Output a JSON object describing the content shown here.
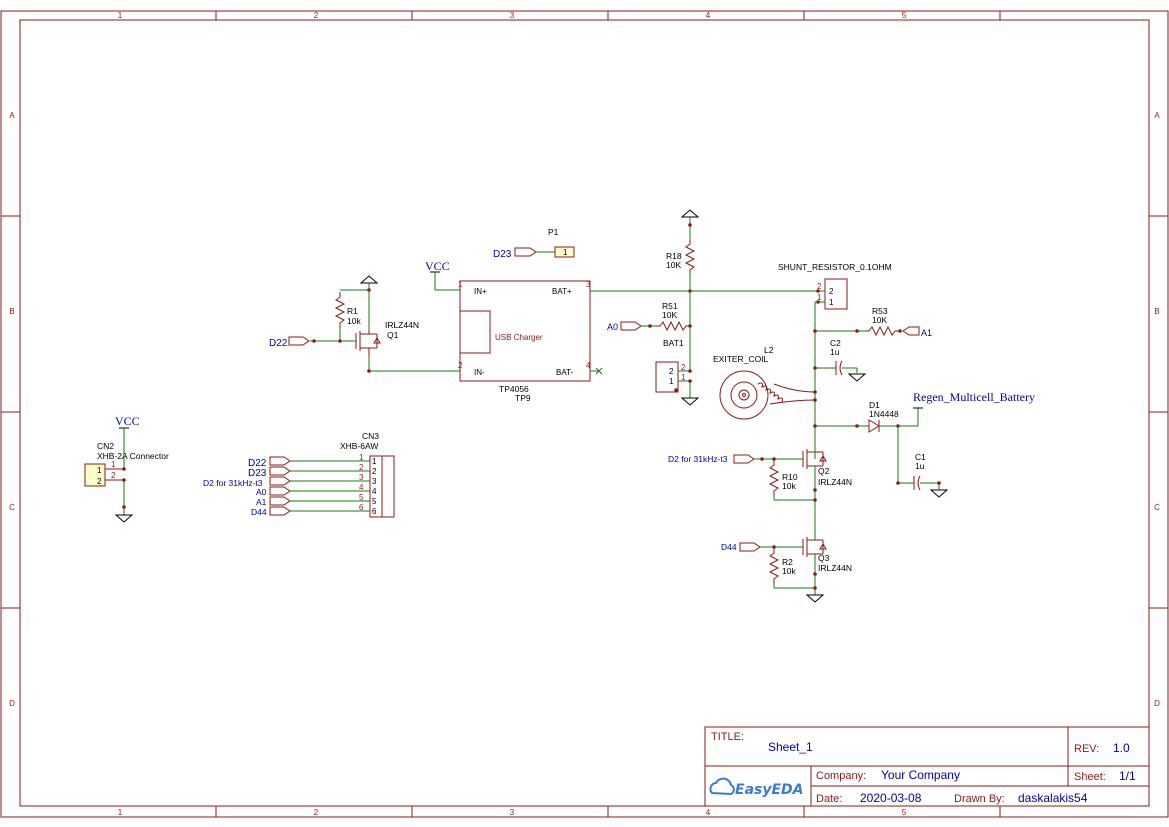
{
  "frame": {
    "columns": [
      "1",
      "2",
      "3",
      "4",
      "5"
    ],
    "rows": [
      "A",
      "B",
      "C",
      "D"
    ]
  },
  "title_block": {
    "title_label": "TITLE:",
    "title_value": "Sheet_1",
    "rev_label": "REV:",
    "rev_value": "1.0",
    "company_label": "Company:",
    "company_value": "Your Company",
    "sheet_label": "Sheet:",
    "sheet_value": "1/1",
    "date_label": "Date:",
    "date_value": "2020-03-08",
    "drawn_label": "Drawn By:",
    "drawn_value": "daskalakis54",
    "logo_text": "EasyEDA",
    "logo_icon": "cloud-icon"
  },
  "components": {
    "cn2": {
      "ref": "CN2",
      "value": "XHB-2A Connector",
      "pins": [
        "1",
        "2"
      ]
    },
    "vcc_left": "VCC",
    "cn3": {
      "ref": "CN3",
      "value": "XHB-6AW",
      "pins": [
        "1",
        "2",
        "3",
        "4",
        "5",
        "6"
      ],
      "nets": [
        "D22",
        "D23",
        "D2 for 31kHz-t3",
        "A0",
        "A1",
        "D44"
      ]
    },
    "r1": {
      "ref": "R1",
      "value": "10k"
    },
    "q1": {
      "ref": "Q1",
      "value": "IRLZ44N"
    },
    "d22_left": "D22",
    "vcc_mid": "VCC",
    "tp9": {
      "ref": "TP9",
      "value": "TP4056",
      "inner": "USB Charger",
      "pin_in_plus": "IN+",
      "pin_in_minus": "IN-",
      "pin_bat_plus": "BAT+",
      "pin_bat_minus": "BAT-",
      "pin1": "1",
      "pin2": "2",
      "pin3": "3",
      "pin4": "4"
    },
    "p1": {
      "ref": "P1",
      "net": "D23",
      "pin": "1"
    },
    "r18": {
      "ref": "R18",
      "value": "10K"
    },
    "r51": {
      "ref": "R51",
      "value": "10K",
      "net": "A0"
    },
    "bat1": {
      "ref": "BAT1",
      "pins": [
        "2",
        "1"
      ]
    },
    "shunt": {
      "ref": "SHUNT_RESISTOR_0.1OHM",
      "pins": [
        "2",
        "1"
      ]
    },
    "r53": {
      "ref": "R53",
      "value": "10K",
      "net": "A1"
    },
    "c2": {
      "ref": "C2",
      "value": "1u"
    },
    "l2": {
      "ref": "L2",
      "value": "EXITER_COIL"
    },
    "d1": {
      "ref": "D1",
      "value": "1N4448"
    },
    "regen": "Regen_Multicell_Battery",
    "c1": {
      "ref": "C1",
      "value": "1u"
    },
    "q2": {
      "ref": "Q2",
      "value": "IRLZ44N",
      "net": "D2 for 31kHz-t3"
    },
    "r10": {
      "ref": "R10",
      "value": "10k"
    },
    "q3": {
      "ref": "Q3",
      "value": "IRLZ44N",
      "net": "D44"
    },
    "r2": {
      "ref": "R2",
      "value": "10k"
    }
  }
}
